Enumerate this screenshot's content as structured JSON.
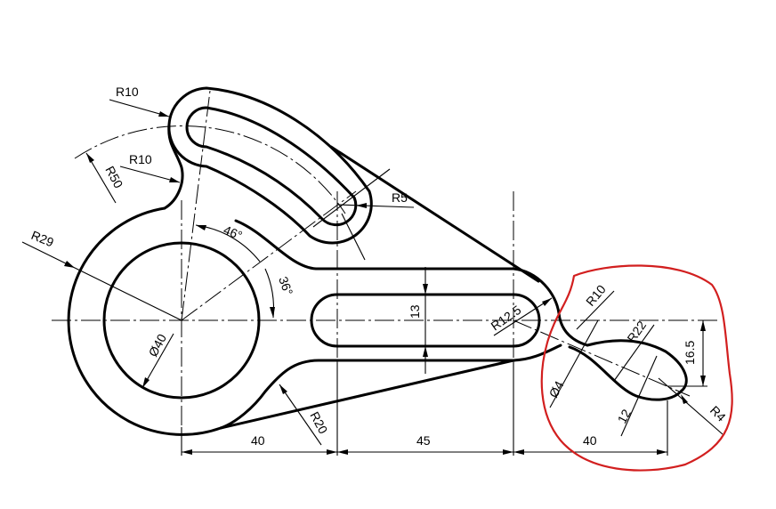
{
  "drawing": {
    "type": "mechanical part technical drawing",
    "line_color": "#000000",
    "background": "#ffffff",
    "annotation_color": "#d21f1f"
  },
  "dimensions": {
    "r10_top": "R10",
    "r10_left": "R10",
    "r50": "R50",
    "r5": "R5",
    "r29": "R29",
    "angle_46": "46°",
    "angle_36": "36°",
    "dia40": "Ø40",
    "slot_width_13": "13",
    "r12_5": "R12.5",
    "r20": "R20",
    "bottom_40_left": "40",
    "bottom_45": "45",
    "bottom_40_right": "40",
    "r10_right": "R10",
    "r22": "R22",
    "offset_16_5": "16.5",
    "dia4": "Ø4",
    "width_12": "12",
    "r4": "R4"
  },
  "annotation": {
    "label": "red-circled-region",
    "description": "hand-drawn red outline around the right-hand lobe"
  }
}
